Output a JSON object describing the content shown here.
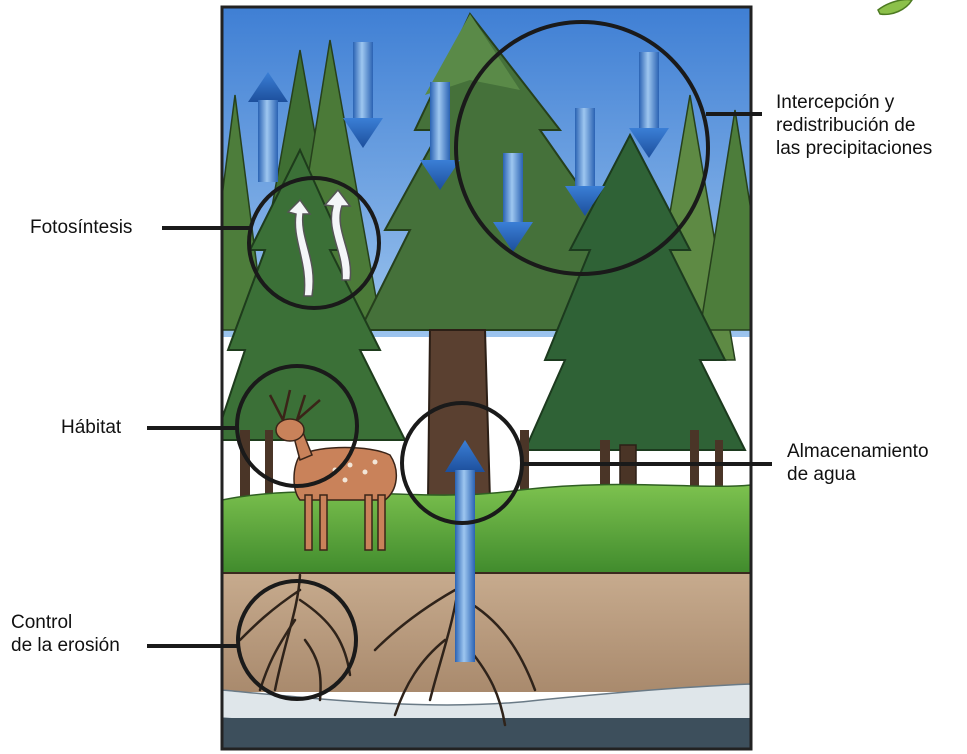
{
  "labels": {
    "interception": "Intercepción y\nredistribución de\nlas precipitaciones",
    "photosynthesis": "Fotosíntesis",
    "habitat": "Hábitat",
    "water_storage": "Almacenamiento\nde agua",
    "erosion_control": "Control\nde la erosión"
  },
  "colors": {
    "sky": "#5b8fd6",
    "tree_dark": "#3f6b35",
    "tree_mid": "#4f7c3c",
    "tree_light": "#6e9a4e",
    "grass": "#5aa83a",
    "soil": "#b5977a",
    "trunk": "#5a4030",
    "water_arrow": "#2f6fc0",
    "groundwater": "#dfe6ea",
    "deer": "#c9825a"
  },
  "icons": [
    "blue-arrow-icon",
    "white-vapor-arrow-icon",
    "deer-illustration",
    "root-system"
  ]
}
